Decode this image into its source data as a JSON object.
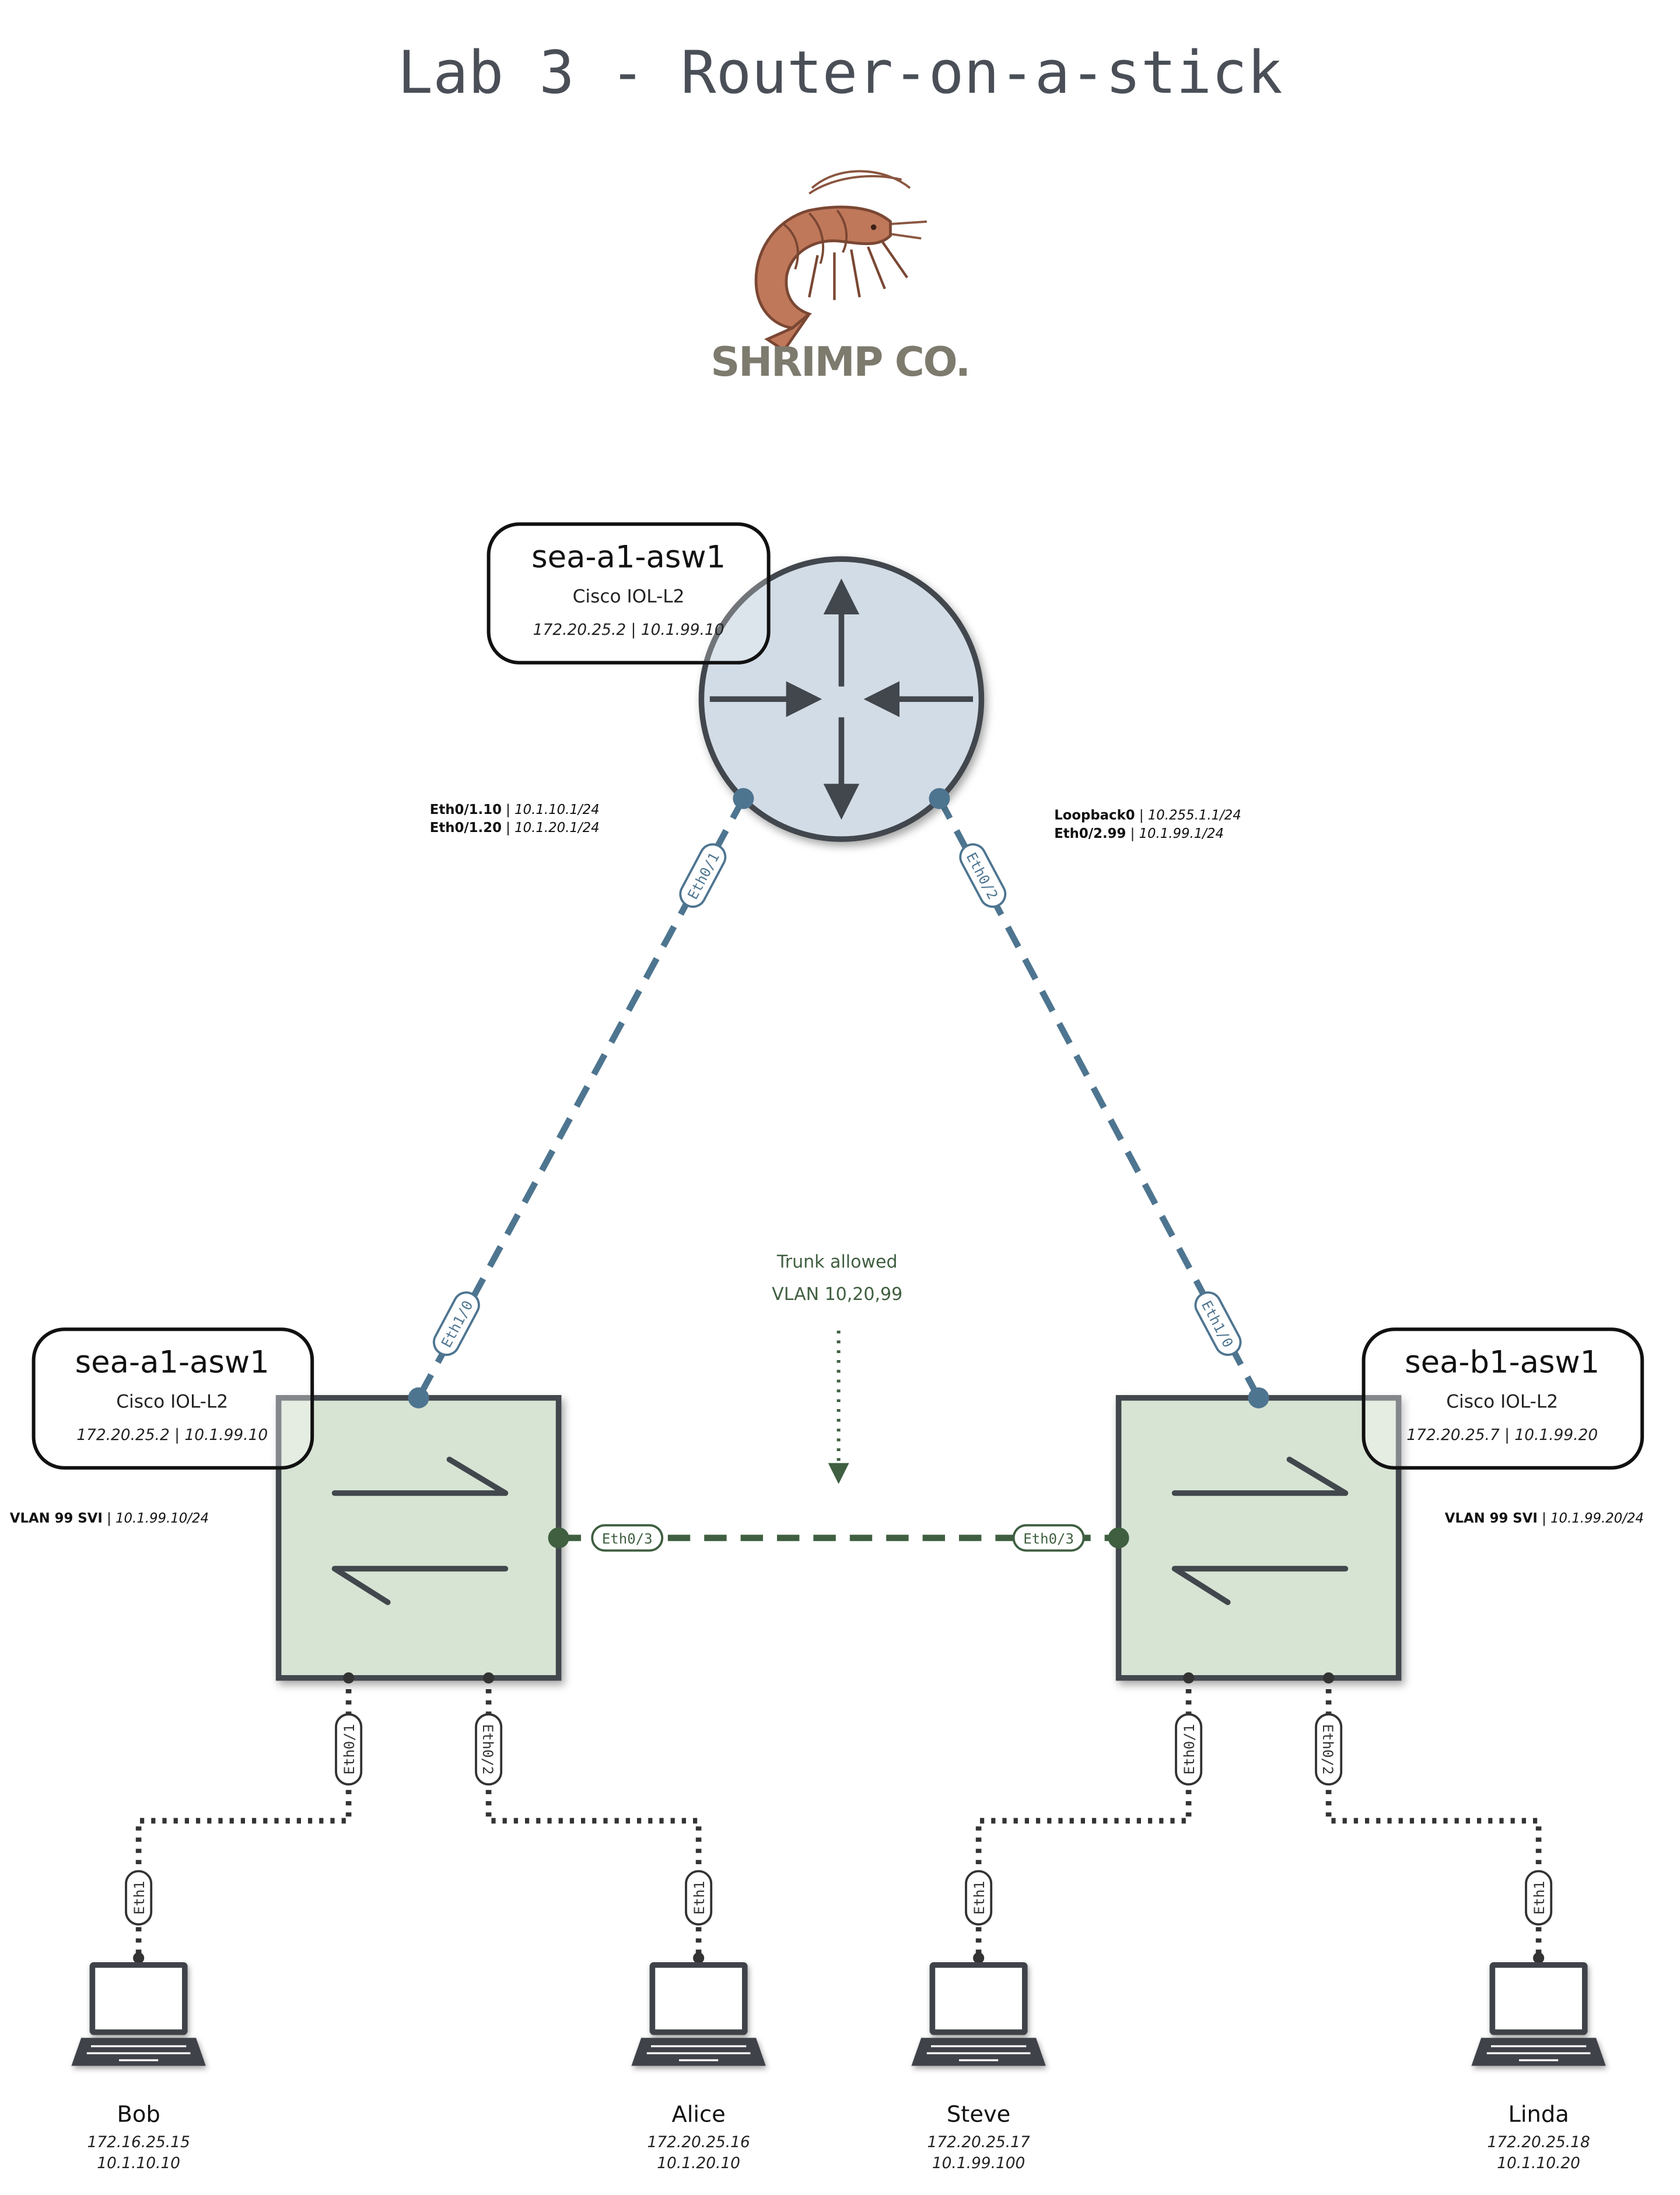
{
  "title": "Lab 3 - Router-on-a-stick",
  "logo": {
    "brand": "SHRIMP CO.",
    "icon": "shrimp-icon"
  },
  "colors": {
    "router_fill": "#d2dce6",
    "switch_fill": "#d7e4d4",
    "router_link": "#4e7590",
    "trunk_link": "#3f5f40",
    "access_link": "#333333",
    "device_stroke": "#42474d",
    "title": "#4a4f57",
    "brand": "#7d7a6e",
    "shrimp": "#c0785a"
  },
  "router": {
    "name": "sea-a1-asw1",
    "model": "Cisco IOL-L2",
    "ips": "172.20.25.2 | 10.1.99.10",
    "icon": "router-icon",
    "left_interfaces": [
      {
        "name": "Eth0/1.10",
        "ip": "10.1.10.1/24"
      },
      {
        "name": "Eth0/1.20",
        "ip": "10.1.20.1/24"
      }
    ],
    "right_interfaces": [
      {
        "name": "Loopback0",
        "ip": "10.255.1.1/24"
      },
      {
        "name": "Eth0/2.99",
        "ip": "10.1.99.1/24"
      }
    ]
  },
  "switches": [
    {
      "name": "sea-a1-asw1",
      "model": "Cisco IOL-L2",
      "ips": "172.20.25.2 | 10.1.99.10",
      "svi_name": "VLAN 99 SVI",
      "svi_ip": "10.1.99.10/24",
      "icon": "switch-icon"
    },
    {
      "name": "sea-b1-asw1",
      "model": "Cisco IOL-L2",
      "ips": "172.20.25.7 | 10.1.99.20",
      "svi_name": "VLAN 99 SVI",
      "svi_ip": "10.1.99.20/24",
      "icon": "switch-icon"
    }
  ],
  "links": {
    "uplinks": [
      {
        "router_port": "Eth0/1",
        "switch_port": "Eth1/0"
      },
      {
        "router_port": "Eth0/2",
        "switch_port": "Eth1/0"
      }
    ],
    "trunk": {
      "a_port": "Eth0/3",
      "b_port": "Eth0/3",
      "note_line1": "Trunk allowed",
      "note_line2": "VLAN 10,20,99"
    },
    "access": [
      {
        "switch_port": "Eth0/1",
        "host_port": "Eth1"
      },
      {
        "switch_port": "Eth0/2",
        "host_port": "Eth1"
      },
      {
        "switch_port": "Eth0/1",
        "host_port": "Eth1"
      },
      {
        "switch_port": "Eth0/2",
        "host_port": "Eth1"
      }
    ]
  },
  "hosts": [
    {
      "name": "Bob",
      "ip1": "172.16.25.15",
      "ip2": "10.1.10.10",
      "icon": "laptop-icon"
    },
    {
      "name": "Alice",
      "ip1": "172.20.25.16",
      "ip2": "10.1.20.10",
      "icon": "laptop-icon"
    },
    {
      "name": "Steve",
      "ip1": "172.20.25.17",
      "ip2": "10.1.99.100",
      "icon": "laptop-icon"
    },
    {
      "name": "Linda",
      "ip1": "172.20.25.18",
      "ip2": "10.1.10.20",
      "icon": "laptop-icon"
    }
  ]
}
